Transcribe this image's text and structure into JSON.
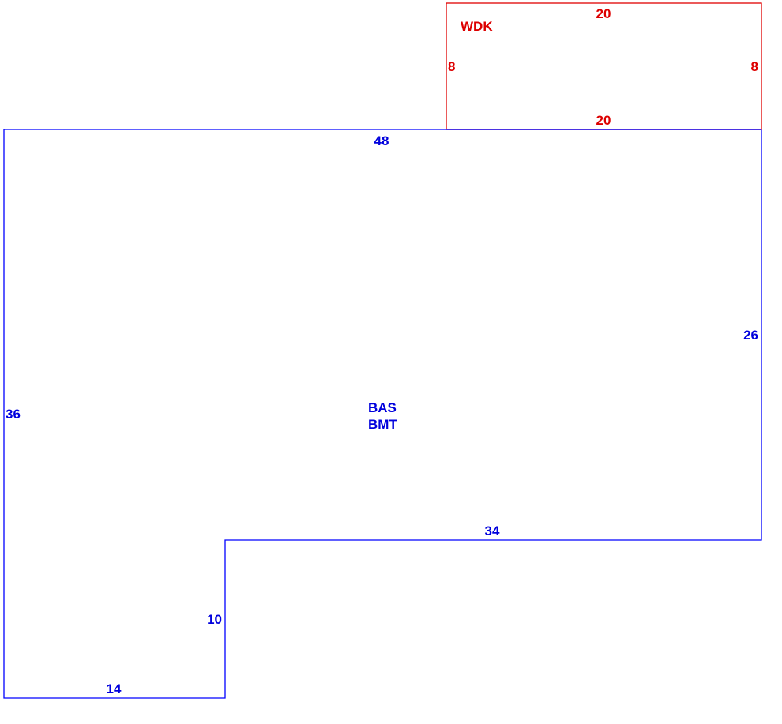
{
  "colors": {
    "main": "#0000ee",
    "deck": "#dd0000"
  },
  "main_area": {
    "codes": [
      "BAS",
      "BMT"
    ],
    "dimensions": {
      "top": "48",
      "right": "26",
      "inner_bottom": "34",
      "inner_left": "10",
      "bottom": "14",
      "left": "36"
    }
  },
  "deck_area": {
    "code": "WDK",
    "dimensions": {
      "top": "20",
      "left": "8",
      "right": "8",
      "bottom": "20"
    }
  }
}
